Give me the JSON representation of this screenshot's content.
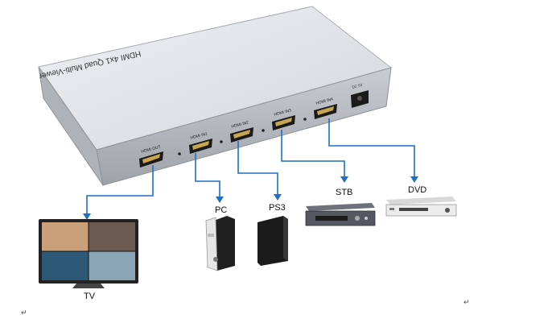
{
  "device": {
    "title": "HDMI 4x1 Quad Multi-Viewer",
    "ports": {
      "out": "HDMI OUT",
      "in1": "HDMI IN1",
      "in2": "HDMI IN2",
      "in3": "HDMI IN3",
      "in4": "HDMI IN4",
      "power": "DC 5V"
    },
    "colors": {
      "top": "#e4e6ea",
      "front": "#b9bdc4",
      "port": "#1a1a1a",
      "connector": "#c8a550"
    }
  },
  "targets": {
    "pc": "PC",
    "ps3": "PS3",
    "stb": "STB",
    "dvd": "DVD",
    "tv": "TV"
  },
  "paragraph_mark": "↵",
  "colors": {
    "cable": "#1f6fc4"
  }
}
